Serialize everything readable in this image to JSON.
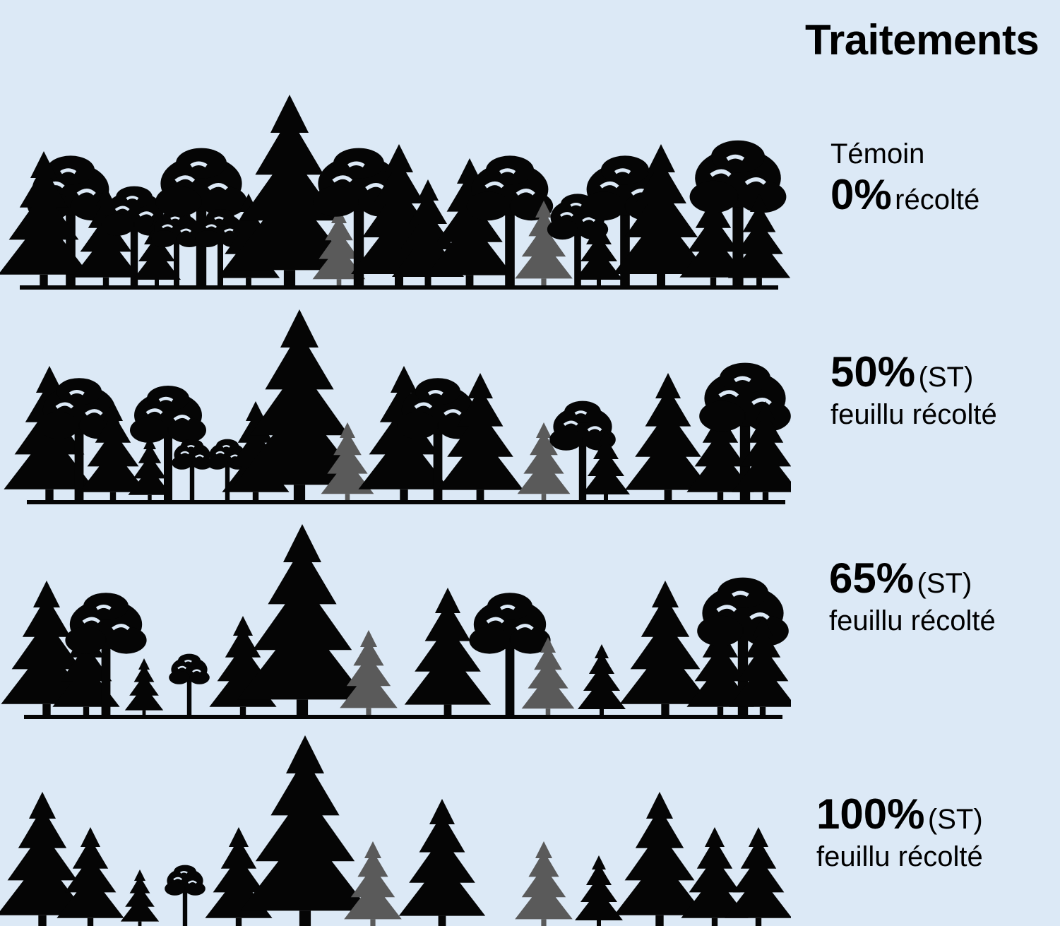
{
  "title": "Traitements",
  "treatments": [
    {
      "line1": "Témoin",
      "percent": "0%",
      "suffix": "récolté",
      "line2": ""
    },
    {
      "line1": "",
      "percent": "50%",
      "suffix": "(ST)",
      "line2": "feuillu récolté"
    },
    {
      "line1": "",
      "percent": "65%",
      "suffix": "(ST)",
      "line2": "feuillu récolté"
    },
    {
      "line1": "",
      "percent": "100%",
      "suffix": "(ST)",
      "line2": "feuillu récolté"
    }
  ],
  "colors": {
    "background": "#dce9f6",
    "conifer": "#050505",
    "young_conifer": "#5a5a5a",
    "broadleaf": "#050505",
    "ground": "#050505"
  },
  "icons": [
    "conifer-tree-icon",
    "young-conifer-tree-icon",
    "broadleaf-tree-icon"
  ]
}
